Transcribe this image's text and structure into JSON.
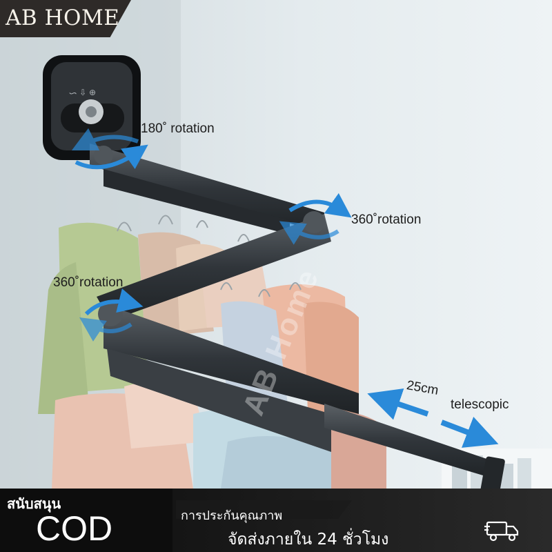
{
  "brand": {
    "name": "AB HOME"
  },
  "annotations": {
    "rotation_top": "180˚ rotation",
    "rotation_right": "360˚rotation",
    "rotation_left": "360˚rotation",
    "extension_length": "25cm",
    "extension_type": "telescopic"
  },
  "watermark": {
    "text": "AB Home"
  },
  "footer": {
    "support_label": "สนับสนุน",
    "cod_label": "COD",
    "warranty_label": "การประกันคุณภาพ",
    "delivery_label": "จัดส่งภายใน 24 ชั่วโมง",
    "delivery_icon": "truck-icon"
  },
  "colors": {
    "brand_bg": "#2e2a28",
    "rack": "#34383c",
    "arrow": "#2a8ad9",
    "footer_bg": "#1c1c1c",
    "footer_left_bg": "#0d0d0d"
  }
}
